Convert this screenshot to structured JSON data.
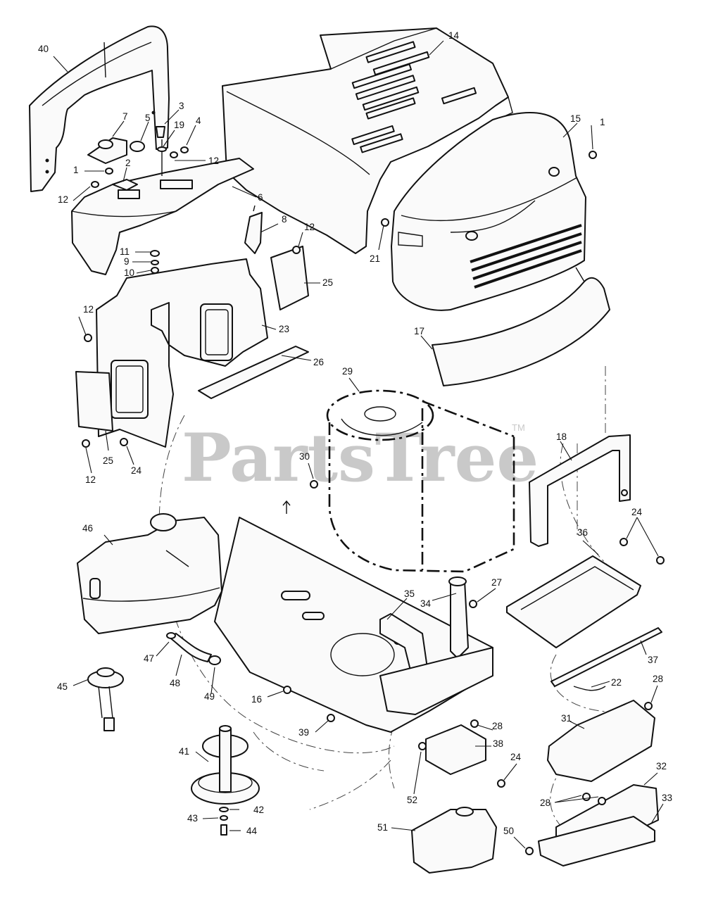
{
  "watermark": {
    "text": "PartsTree",
    "tm": "TM"
  },
  "callouts": [
    {
      "id": "c40a",
      "label": "40"
    },
    {
      "id": "c14",
      "label": "14"
    },
    {
      "id": "c7",
      "label": "7"
    },
    {
      "id": "c3",
      "label": "3"
    },
    {
      "id": "c5",
      "label": "5"
    },
    {
      "id": "c19",
      "label": "19"
    },
    {
      "id": "c4",
      "label": "4"
    },
    {
      "id": "c15",
      "label": "15"
    },
    {
      "id": "c1a",
      "label": "1"
    },
    {
      "id": "c1b",
      "label": "1"
    },
    {
      "id": "c2",
      "label": "2"
    },
    {
      "id": "c12a",
      "label": "12"
    },
    {
      "id": "c12b",
      "label": "12"
    },
    {
      "id": "c6",
      "label": "6"
    },
    {
      "id": "c8",
      "label": "8"
    },
    {
      "id": "c12c",
      "label": "12"
    },
    {
      "id": "c11",
      "label": "11"
    },
    {
      "id": "c9",
      "label": "9"
    },
    {
      "id": "c10",
      "label": "10"
    },
    {
      "id": "c21",
      "label": "21"
    },
    {
      "id": "c25a",
      "label": "25"
    },
    {
      "id": "c12d",
      "label": "12"
    },
    {
      "id": "c23",
      "label": "23"
    },
    {
      "id": "c17",
      "label": "17"
    },
    {
      "id": "c26",
      "label": "26"
    },
    {
      "id": "c29",
      "label": "29"
    },
    {
      "id": "c18",
      "label": "18"
    },
    {
      "id": "c30",
      "label": "30"
    },
    {
      "id": "c25b",
      "label": "25"
    },
    {
      "id": "c24a",
      "label": "24"
    },
    {
      "id": "c12e",
      "label": "12"
    },
    {
      "id": "c46",
      "label": "46"
    },
    {
      "id": "c24b",
      "label": "24"
    },
    {
      "id": "c36",
      "label": "36"
    },
    {
      "id": "c27",
      "label": "27"
    },
    {
      "id": "c34",
      "label": "34"
    },
    {
      "id": "c35",
      "label": "35"
    },
    {
      "id": "c47",
      "label": "47"
    },
    {
      "id": "c37",
      "label": "37"
    },
    {
      "id": "c45",
      "label": "45"
    },
    {
      "id": "c48",
      "label": "48"
    },
    {
      "id": "c49",
      "label": "49"
    },
    {
      "id": "c22",
      "label": "22"
    },
    {
      "id": "c28a",
      "label": "28"
    },
    {
      "id": "c16",
      "label": "16"
    },
    {
      "id": "c31",
      "label": "31"
    },
    {
      "id": "c28b",
      "label": "28"
    },
    {
      "id": "c39",
      "label": "39"
    },
    {
      "id": "c41",
      "label": "41"
    },
    {
      "id": "c38",
      "label": "38"
    },
    {
      "id": "c32",
      "label": "32"
    },
    {
      "id": "c24c",
      "label": "24"
    },
    {
      "id": "c52",
      "label": "52"
    },
    {
      "id": "c33",
      "label": "33"
    },
    {
      "id": "c28c",
      "label": "28"
    },
    {
      "id": "c42",
      "label": "42"
    },
    {
      "id": "c43",
      "label": "43"
    },
    {
      "id": "c51",
      "label": "51"
    },
    {
      "id": "c50",
      "label": "50"
    },
    {
      "id": "c44",
      "label": "44"
    }
  ]
}
